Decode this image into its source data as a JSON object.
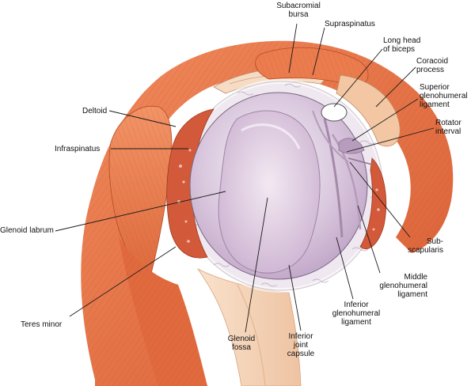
{
  "labels": {
    "subacromial_bursa": "Subacromial\nbursa",
    "supraspinatus": "Supraspinatus",
    "long_head_biceps": "Long head\nof biceps",
    "coracoid_process": "Coracoid\nprocess",
    "superior_glenohumeral_ligament": "Superior\nglenohumeral\nligament",
    "rotator_interval": "Rotator\ninterval",
    "deltoid": "Deltoid",
    "infraspinatus": "Infraspinatus",
    "glenoid_labrum": "Glenoid labrum",
    "teres_minor": "Teres minor",
    "subscapularis": "Sub-\nscapularis",
    "middle_glenohumeral_ligament": "Middle\nglenohumeral\nligament",
    "inferior_glenohumeral_ligament": "Inferior\nglenohumeral\nligament",
    "inferior_joint_capsule": "Inferior\njoint\ncapsule",
    "glenoid_fossa": "Glenoid\nfossa"
  },
  "colors": {
    "muscle": "#e8754a",
    "muscle_dark": "#c9522c",
    "muscle_light": "#f4a27c",
    "capsule": "#ebe4ee",
    "fossa": "#d9c6dc",
    "fossa_light": "#f1e6f0",
    "bone": "#f6dcc4",
    "leader": "#1a1a1a"
  }
}
